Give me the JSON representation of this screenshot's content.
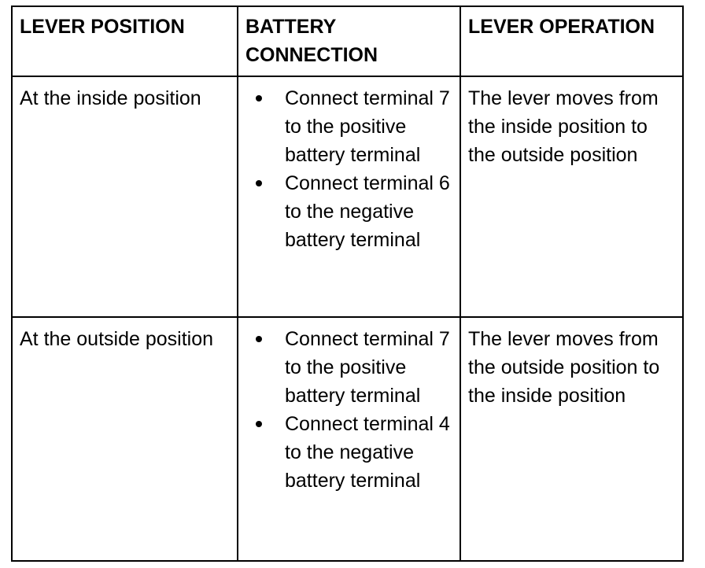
{
  "table": {
    "headers": [
      "LEVER POSITION",
      "BATTERY CONNECTION",
      "LEVER OPERATION"
    ],
    "rows": [
      {
        "lever_position": "At the inside position",
        "battery_connection": [
          "Connect terminal 7 to the positive battery terminal",
          "Connect terminal 6 to the negative battery terminal"
        ],
        "lever_operation": "The lever moves from the inside position to the outside position"
      },
      {
        "lever_position": "At the outside position",
        "battery_connection": [
          "Connect terminal 7 to the positive battery terminal",
          "Connect terminal 4 to the negative battery terminal"
        ],
        "lever_operation": "The lever moves from the outside position to the inside position"
      }
    ]
  },
  "style": {
    "border_color": "#000000",
    "text_color": "#000000",
    "background": "#ffffff"
  }
}
